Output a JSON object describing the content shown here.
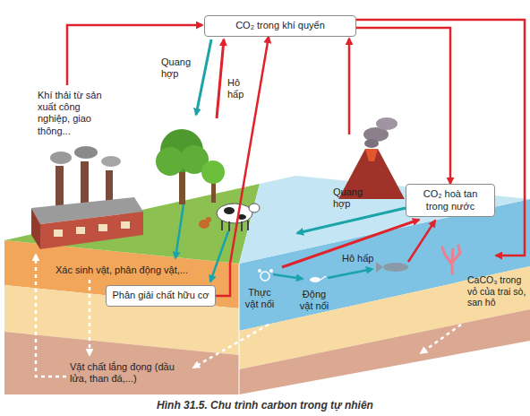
{
  "diagram": {
    "caption": "Hình 31.5. Chu trình carbon trong tự nhiên",
    "nodes": [
      {
        "text": [
          "CO₂ trong khí quyển"
        ]
      },
      {
        "text": [
          "Phân giải chất hữu cơ"
        ]
      },
      {
        "text": [
          "CO₂ hoà tan trong nước"
        ]
      }
    ],
    "edges": [
      {
        "from": 1,
        "to": 0,
        "arrow": "to"
      },
      {
        "from": 0,
        "to": 2,
        "arrow": "to"
      }
    ],
    "labels": [
      "Quang hợp",
      "Hô hấp",
      "Khí thải từ sản xuất công nghiệp, giao thông...",
      "Xác sinh vật, phân động vật,...",
      "Thực vật nổi",
      "Động vật nổi",
      "Quang hợp",
      "Hô hấp",
      "CaCO₃ trong vỏ của trai sò, san hô",
      "Vật chất lắng đọng (dầu lửa, than đá,...)"
    ]
  }
}
